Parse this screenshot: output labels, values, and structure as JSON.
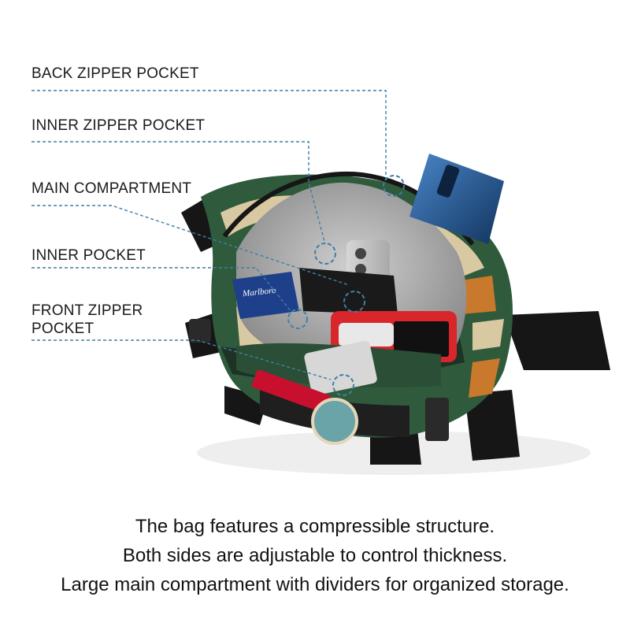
{
  "callouts": [
    {
      "text": "BACK ZIPPER POCKET"
    },
    {
      "text": "INNER ZIPPER POCKET"
    },
    {
      "text": "MAIN COMPARTMENT"
    },
    {
      "text": "INNER POCKET"
    },
    {
      "text": "FRONT ZIPPER",
      "text2": "POCKET"
    }
  ],
  "brand_tag": "Marlboro",
  "caption_lines": [
    "The bag features a compressible structure.",
    "Both sides are adjustable to control thickness.",
    "Large main compartment with dividers for organized storage."
  ],
  "colors": {
    "leader_line": "#3f7fa6",
    "camo_green": "#2f5a3c",
    "camo_dark": "#1c3326",
    "camo_sand": "#d9c9a3",
    "camo_orange": "#c9792b",
    "strap_black": "#161616",
    "phone_blue": "#1c4f8f"
  }
}
